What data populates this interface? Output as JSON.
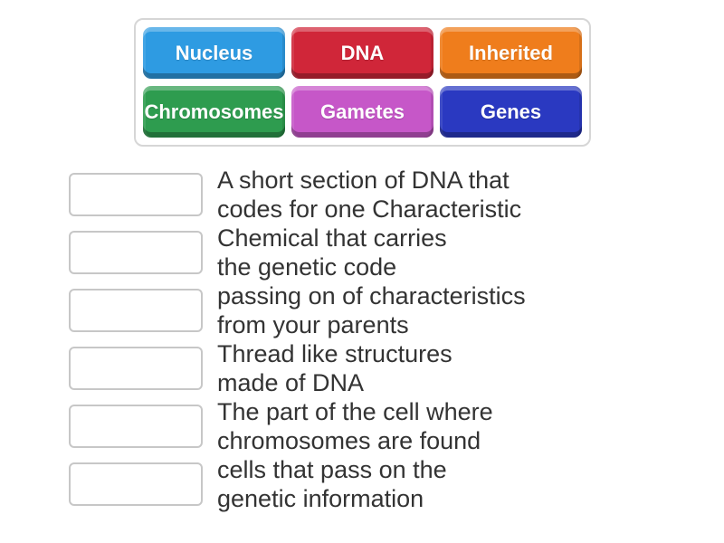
{
  "page": {
    "background_color": "#ffffff",
    "text_color": "#333333",
    "slot_border_color": "#c7c7c7",
    "tray_border_color": "#d6d6d6"
  },
  "word_bank": {
    "tiles": [
      {
        "label": "Nucleus",
        "color": "#2E9BE2"
      },
      {
        "label": "DNA",
        "color": "#D02639"
      },
      {
        "label": "Inherited",
        "color": "#EF7D1C"
      },
      {
        "label": "Chromosomes",
        "color": "#2E9C4F"
      },
      {
        "label": "Gametes",
        "color": "#C657C8"
      },
      {
        "label": "Genes",
        "color": "#2A39C1"
      }
    ]
  },
  "clues": [
    {
      "line1": "A short section of DNA that",
      "line2": "codes for one Characteristic"
    },
    {
      "line1": "Chemical that carries",
      "line2": "the genetic code"
    },
    {
      "line1": "passing on of characteristics",
      "line2": "from your parents"
    },
    {
      "line1": "Thread like structures",
      "line2": "made of DNA"
    },
    {
      "line1": "The part of the cell where",
      "line2": "chromosomes are found"
    },
    {
      "line1": "cells that pass on the",
      "line2": "genetic information"
    }
  ]
}
